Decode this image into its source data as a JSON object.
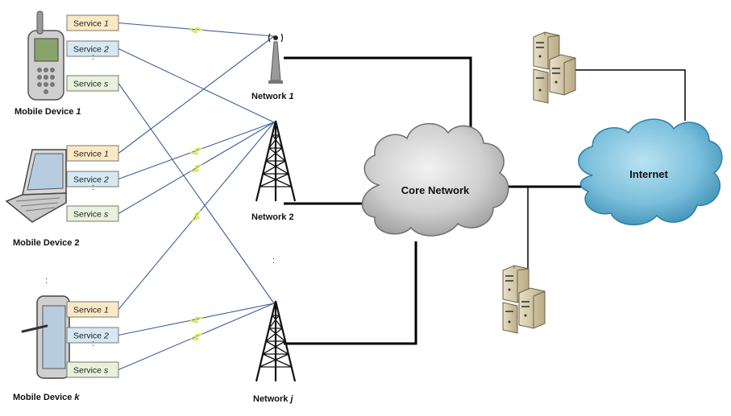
{
  "devices": [
    {
      "label_prefix": "Mobile Device ",
      "label_suffix": "1",
      "kind": "phone",
      "services": [
        {
          "prefix": "Service ",
          "suffix": "1",
          "color": "#fbe9c6"
        },
        {
          "prefix": "Service ",
          "suffix": "2",
          "color": "#d5e8f3"
        },
        {
          "prefix": "Service ",
          "suffix": "s",
          "color": "#e7f1dc"
        }
      ]
    },
    {
      "label_prefix": "Mobile Device ",
      "label_suffix": "2",
      "kind": "laptop",
      "services": [
        {
          "prefix": "Service ",
          "suffix": "1",
          "color": "#fbe9c6"
        },
        {
          "prefix": "Service ",
          "suffix": "2",
          "color": "#d5e8f3"
        },
        {
          "prefix": "Service ",
          "suffix": "s",
          "color": "#e7f1dc"
        }
      ]
    },
    {
      "label_prefix": "Mobile Device ",
      "label_suffix": "k",
      "kind": "tablet",
      "services": [
        {
          "prefix": "Service ",
          "suffix": "1",
          "color": "#fbe9c6"
        },
        {
          "prefix": "Service ",
          "suffix": "2",
          "color": "#d5e8f3"
        },
        {
          "prefix": "Service ",
          "suffix": "s",
          "color": "#e7f1dc"
        }
      ]
    }
  ],
  "networks": [
    {
      "label_prefix": "Network ",
      "label_suffix": "1",
      "kind": "antenna"
    },
    {
      "label_prefix": "Network ",
      "label_suffix": "2",
      "kind": "tower"
    },
    {
      "label_prefix": "Network ",
      "label_suffix": "j",
      "kind": "tower"
    }
  ],
  "core_network": "Core Network",
  "internet": "Internet",
  "ellipsis": ":",
  "colors": {
    "link": "#3a5f9a",
    "bolt": "#d8e84a",
    "backbone": "#000000",
    "core_cloud": "#c9c9c9",
    "internet_cloud": "#7fc3dd"
  }
}
